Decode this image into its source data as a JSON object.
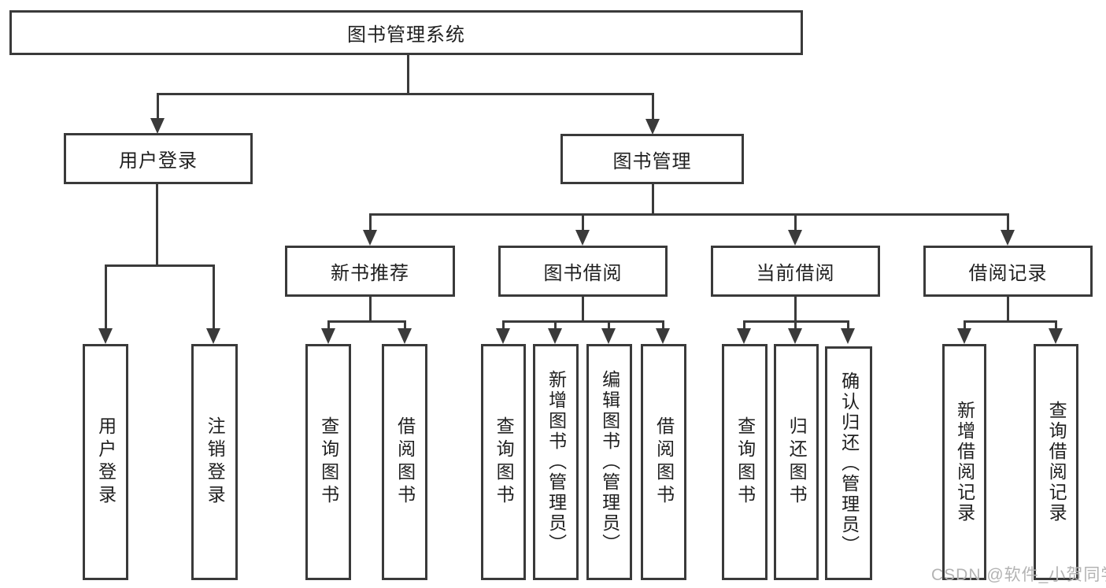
{
  "diagram_type": "tree",
  "colors": {
    "line": "#3a3a3a",
    "box_border": "#3a3a3a",
    "box_fill": "#ffffff",
    "text": "#1f1f1f",
    "watermark": "#b3b3b3",
    "background": "#ffffff"
  },
  "tree": {
    "root": {
      "label": "图书管理系统"
    },
    "branches": [
      {
        "label": "用户登录",
        "children": [
          {
            "label": "用户登录"
          },
          {
            "label": "注销登录"
          }
        ]
      },
      {
        "label": "图书管理",
        "children": [
          {
            "label": "新书推荐",
            "children": [
              {
                "label": "查询图书"
              },
              {
                "label": "借阅图书"
              }
            ]
          },
          {
            "label": "图书借阅",
            "children": [
              {
                "label": "查询图书"
              },
              {
                "label": "新增图书（管理员）"
              },
              {
                "label": "编辑图书（管理员）"
              },
              {
                "label": "借阅图书"
              }
            ]
          },
          {
            "label": "当前借阅",
            "children": [
              {
                "label": "查询图书"
              },
              {
                "label": "归还图书"
              },
              {
                "label": "确认归还（管理员）"
              }
            ]
          },
          {
            "label": "借阅记录",
            "children": [
              {
                "label": "新增借阅记录"
              },
              {
                "label": "查询借阅记录"
              }
            ]
          }
        ]
      }
    ]
  },
  "watermark": {
    "text": "CSDN @软件_小贺同学"
  }
}
